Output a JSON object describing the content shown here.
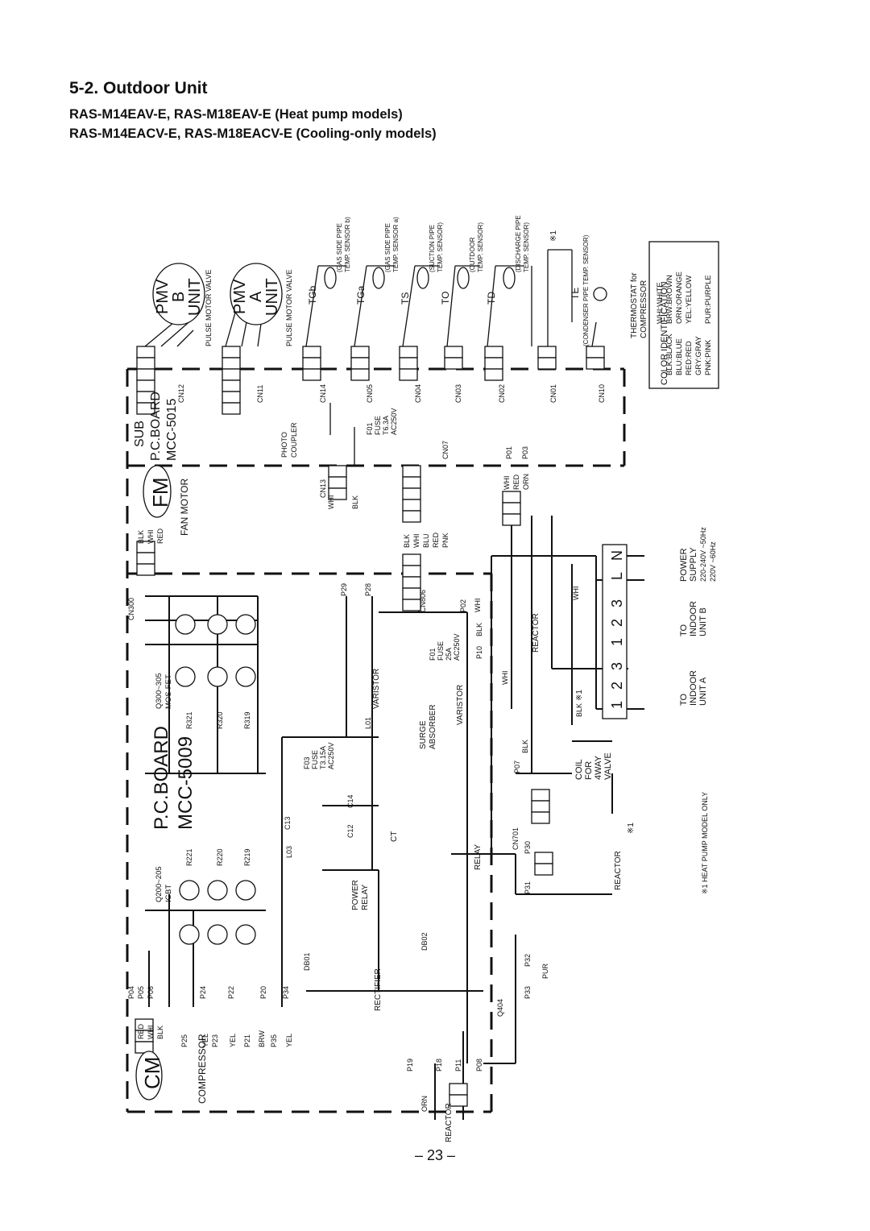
{
  "header": {
    "section_title": "5-2.  Outdoor Unit",
    "subtitle_heatpump": "RAS-M14EAV-E, RAS-M18EAV-E (Heat pump models)",
    "subtitle_cooling": "RAS-M14EACV-E, RAS-M18EACV-E (Cooling-only models)"
  },
  "page_number": "– 23 –",
  "diagram": {
    "main_board": {
      "name": "P.C.BOARD",
      "model": "MCC-5009"
    },
    "sub_board": {
      "name": "SUB",
      "name2": "P.C.BOARD",
      "model": "MCC-5015"
    },
    "components": {
      "compressor": "COMPRESSOR",
      "cm": "CM",
      "fan_motor": "FAN MOTOR",
      "fm": "FM",
      "pmv_b": [
        "PMV",
        "B",
        "UNIT"
      ],
      "pmv_a": [
        "PMV",
        "A",
        "UNIT"
      ],
      "pulse_motor_valve": "PULSE MOTOR VALVE",
      "igbt": "IGBT",
      "igbt_range": "Q200~205",
      "mosfet": "MOS-FET",
      "mosfet_range": "Q300~305",
      "rectifier": "RECTIFIER",
      "power_relay": [
        "POWER",
        "RELAY"
      ],
      "relay": "RELAY",
      "surge_absorber": [
        "SURGE",
        "ABSORBER"
      ],
      "varistor": "VARISTOR",
      "photo_coupler": [
        "PHOTO",
        "COUPLER"
      ],
      "reactor": "REACTOR",
      "four_way_valve": [
        "COIL",
        "FOR",
        "4WAY",
        "VALVE"
      ],
      "ct": "CT",
      "q404": "Q404",
      "db01": "DB01",
      "db02": "DB02",
      "l01": "L01",
      "l03": "L03"
    },
    "fuses": {
      "f01_sub": [
        "F01",
        "FUSE",
        "T6.3A",
        "AC250V"
      ],
      "f01_main": [
        "F01",
        "FUSE",
        "25A",
        "AC250V"
      ],
      "f03": [
        "F03",
        "FUSE",
        "T3.15A",
        "AC250V"
      ]
    },
    "capacitors": [
      "C13",
      "C14",
      "C12"
    ],
    "resistors": [
      "R221",
      "R220",
      "R219",
      "R321",
      "R320",
      "R319"
    ],
    "connectors": [
      "CN300",
      "CN12",
      "CN11",
      "CN14",
      "CN05",
      "CN04",
      "CN03",
      "CN02",
      "CN01",
      "CN10",
      "CN13",
      "CN07",
      "CN806",
      "CN701"
    ],
    "terminals": [
      "P04",
      "P05",
      "P06",
      "P25",
      "P24",
      "P23",
      "P22",
      "P21",
      "P20",
      "P35",
      "P34",
      "P19",
      "P18",
      "P11",
      "P08",
      "P29",
      "P28",
      "P02",
      "P10",
      "P07",
      "P30",
      "P31",
      "P32",
      "P33",
      "P01",
      "P03"
    ],
    "sensors": [
      {
        "id": "TGb",
        "desc": [
          "(GAS SIDE PIPE",
          "TEMP. SENSOR b)"
        ]
      },
      {
        "id": "TGa",
        "desc": [
          "(GAS SIDE PIPE",
          "TEMP. SENSOR a)"
        ]
      },
      {
        "id": "TS",
        "desc": [
          "(SUCTION PIPE",
          "TEMP. SENSOR)"
        ]
      },
      {
        "id": "TO",
        "desc": [
          "(OUTDOOR",
          "TEMP. SENSOR)"
        ]
      },
      {
        "id": "TD",
        "desc": [
          "(DISCHARGE PIPE",
          "TEMP. SENSOR)"
        ]
      },
      {
        "id": "TE",
        "desc": [
          "(CONDENSER PIPE TEMP. SENSOR)"
        ]
      }
    ],
    "thermostat": [
      "THERMOSTAT for",
      "COMPRESSOR"
    ],
    "note_mark": "※1",
    "footnote": "※1  HEAT PUMP MODEL ONLY",
    "terminal_block": {
      "labels": [
        "1",
        "2",
        "3",
        "1",
        "2",
        "3",
        "L",
        "N"
      ],
      "to_unit_a": [
        "TO",
        "INDOOR",
        "UNIT A"
      ],
      "to_unit_b": [
        "TO",
        "INDOOR",
        "UNIT B"
      ],
      "power_supply": [
        "POWER",
        "SUPPLY",
        "220-240V  ~50Hz",
        "220V  ~60Hz"
      ]
    },
    "color_identification": {
      "title": "COLOR IDENTIFICATION",
      "col1": [
        "BLK:BLACK",
        "BLU:BLUE",
        "RED:RED",
        "PNK:PINK"
      ],
      "col2": [
        "WHI:WHITE",
        "BRW:BROWN",
        "ORN:ORANGE",
        "YEL:YELLOW",
        "GRY:GRAY",
        "PUR:PURPLE"
      ]
    },
    "wire_colors": {
      "compressor": [
        "RED",
        "WHI",
        "BLK"
      ],
      "fan": [
        "BLK",
        "WHI",
        "RED"
      ],
      "cn806": [
        "BLK",
        "WHI",
        "BLU",
        "RED",
        "PNK"
      ],
      "cn13": [
        "WHI",
        "BLK"
      ],
      "power": [
        "WHI",
        "RED",
        "ORN"
      ],
      "misc": [
        "YEL",
        "YEL",
        "BRW",
        "YEL",
        "ORN",
        "PUR",
        "WHI",
        "BLK",
        "WHI",
        "BLK",
        "WHI",
        "BLK"
      ]
    }
  }
}
